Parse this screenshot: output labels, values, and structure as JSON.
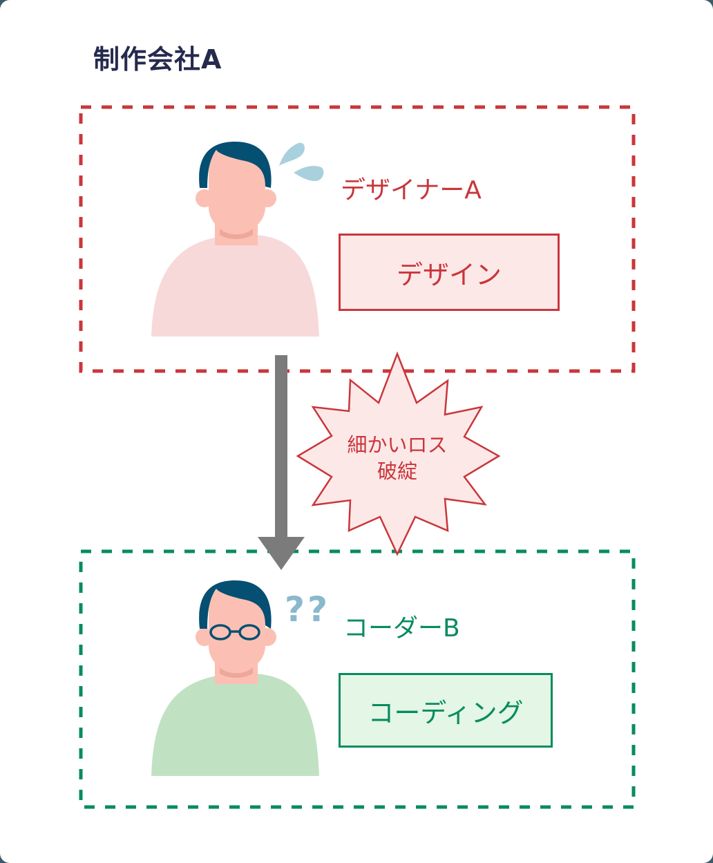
{
  "title": "制作会社A",
  "colors": {
    "designer_red": "#c9363a",
    "designer_box_fill": "#fde8e8",
    "coder_green": "#078c5e",
    "coder_box_fill": "#e4f6e6",
    "arrow_gray": "#7b7b7b",
    "hair": "#054f72",
    "skin": "#fbc0b3",
    "shirt_pink": "#f7d9d9",
    "shirt_green": "#c1e1c3",
    "sweat_blue": "#a9d0dd",
    "question_blue": "#8ab8cd"
  },
  "designer": {
    "name": "デザイナーA",
    "task": "デザイン",
    "icon": "sweat-drop-icon"
  },
  "problem": {
    "line1": "細かいロス",
    "line2": "破綻"
  },
  "coder": {
    "name": "コーダーB",
    "task": "コーディング",
    "icon": "question-marks-icon",
    "question_marks": "??"
  }
}
